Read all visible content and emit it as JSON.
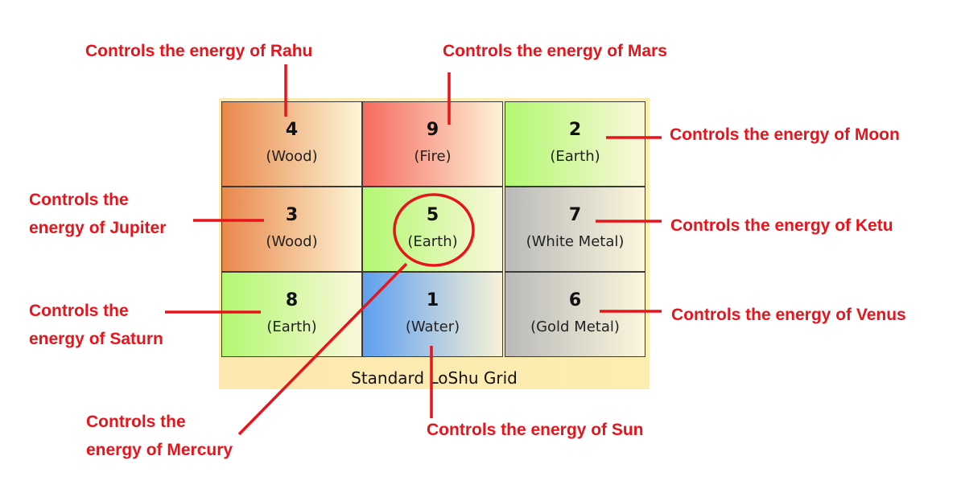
{
  "grid": {
    "cells": [
      {
        "number": "4",
        "element": "(Wood)"
      },
      {
        "number": "9",
        "element": "(Fire)"
      },
      {
        "number": "2",
        "element": "(Earth)"
      },
      {
        "number": "3",
        "element": "(Wood)"
      },
      {
        "number": "5",
        "element": "(Earth)"
      },
      {
        "number": "7",
        "element": "(White Metal)"
      },
      {
        "number": "8",
        "element": "(Earth)"
      },
      {
        "number": "1",
        "element": "(Water)"
      },
      {
        "number": "6",
        "element": "(Gold Metal)"
      }
    ],
    "caption": "Standard LoShu Grid"
  },
  "annotations": {
    "rahu": "Controls the energy of Rahu",
    "mars": "Controls the energy of Mars",
    "moon": "Controls the energy of Moon",
    "jupiter_1": "Controls the",
    "jupiter_2": "energy of Jupiter",
    "ketu": "Controls the energy of Ketu",
    "saturn_1": "Controls the",
    "saturn_2": "energy of Saturn",
    "venus": "Controls the energy of Venus",
    "mercury_1": "Controls the",
    "mercury_2": "energy of Mercury",
    "sun": "Controls the energy of Sun"
  },
  "colors": {
    "annotation": "#e8141c",
    "wood": "#e8874a",
    "fire": "#f66a5f",
    "earth": "#b2f870",
    "water": "#5e9ff0",
    "metal": "#b9b9b9"
  }
}
